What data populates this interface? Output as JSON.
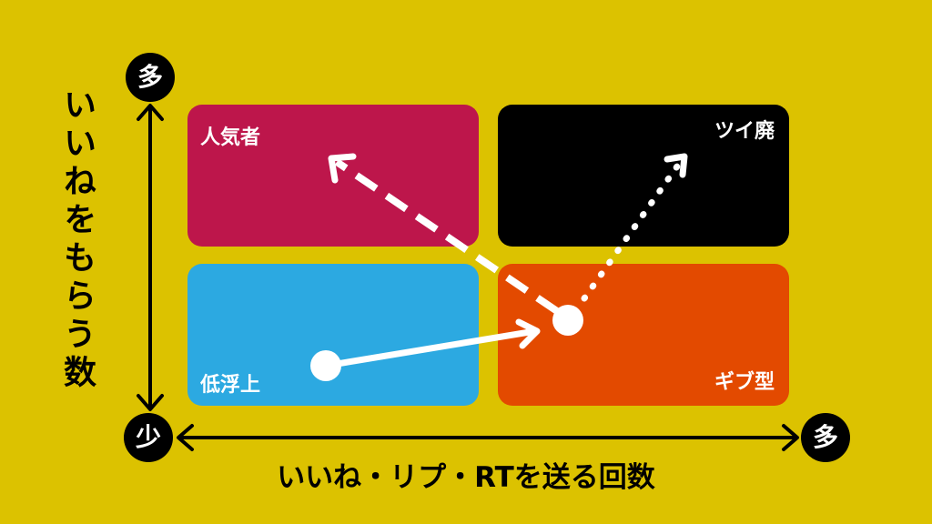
{
  "quadrants": {
    "popular": {
      "label": "人気者",
      "color": "#BD164B"
    },
    "addict": {
      "label": "ツイ廃",
      "color": "#000000"
    },
    "low": {
      "label": "低浮上",
      "color": "#2CA9E1"
    },
    "giver": {
      "label": "ギブ型",
      "color": "#E34A00"
    }
  },
  "axes": {
    "y_label": "いいねをもらう数",
    "x_label": "いいね・リプ・RTを送る回数",
    "y_top": "多",
    "origin": "少",
    "x_right": "多"
  },
  "colors": {
    "background": "#DCC200",
    "axis": "#000000",
    "arrows": "#FFFFFF"
  }
}
